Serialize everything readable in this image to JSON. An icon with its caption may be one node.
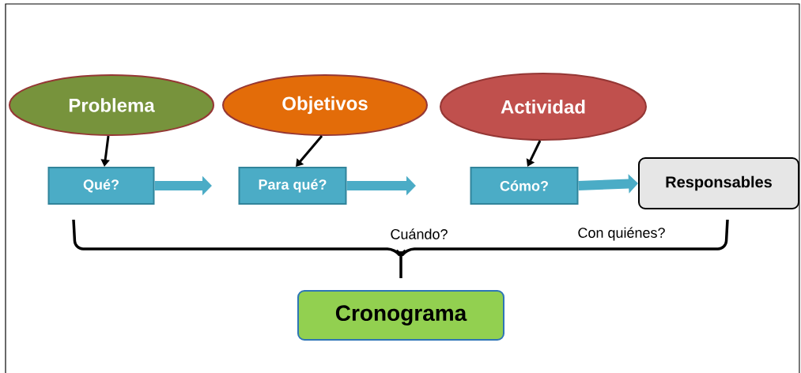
{
  "diagram": {
    "nodes": [
      {
        "text": [
          "Problema"
        ]
      },
      {
        "text": [
          "Objetivos"
        ]
      },
      {
        "text": [
          "Actividad"
        ]
      },
      {
        "text": [
          "Qué?"
        ]
      },
      {
        "text": [
          "Para qué?"
        ]
      },
      {
        "text": [
          "Cómo?"
        ]
      },
      {
        "text": [
          "Responsables"
        ]
      },
      {
        "text": [
          "Cronograma"
        ]
      }
    ],
    "edges": [
      {
        "from": 0,
        "to": 3,
        "arrow": "to"
      },
      {
        "from": 1,
        "to": 4,
        "arrow": "to"
      },
      {
        "from": 2,
        "to": 5,
        "arrow": "to"
      },
      {
        "from": 3,
        "to": null,
        "arrow": "to",
        "style": "thick",
        "color": "#4bacc6"
      },
      {
        "from": 4,
        "to": null,
        "arrow": "to",
        "style": "thick",
        "color": "#4bacc6"
      },
      {
        "from": 5,
        "to": 6,
        "arrow": "to",
        "style": "thick",
        "color": "#4bacc6"
      }
    ],
    "labels": [
      "Cuándo?",
      "Con quiénes?"
    ]
  }
}
